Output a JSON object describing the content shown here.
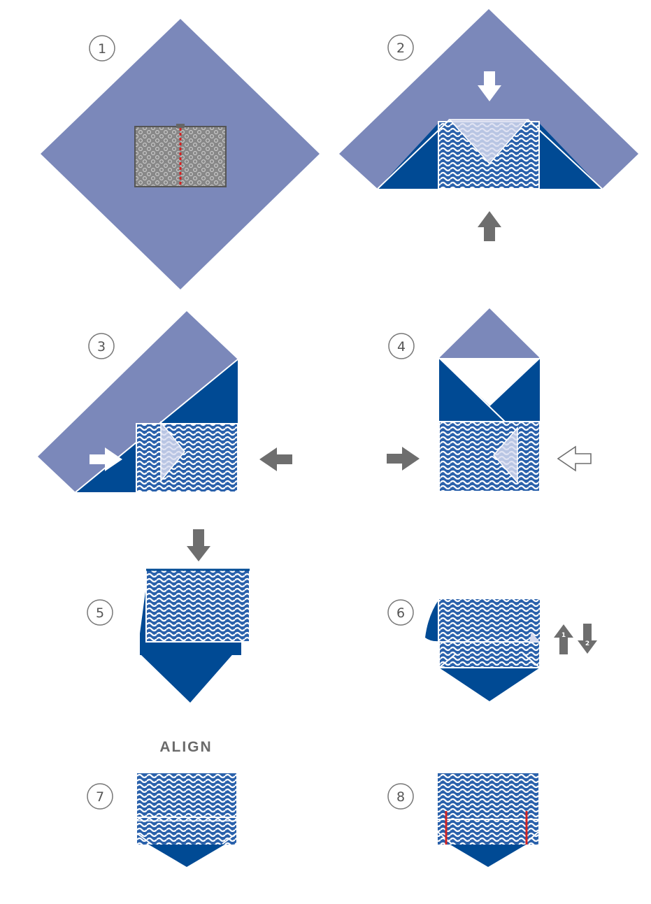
{
  "steps": [
    {
      "number": "1"
    },
    {
      "number": "2"
    },
    {
      "number": "3"
    },
    {
      "number": "4"
    },
    {
      "number": "5"
    },
    {
      "number": "6"
    },
    {
      "number": "7",
      "caption": "ALIGN"
    },
    {
      "number": "8"
    }
  ],
  "arrow_order": {
    "first": "1",
    "second": "2"
  },
  "colors": {
    "outer_fabric": "#7b88ba",
    "inner_fabric": "#004a94",
    "pattern_fabric": "#2a61ab",
    "fold_line": "#ffffff",
    "arrow_gray": "#6e6e6e",
    "arrow_white": "#ffffff",
    "tape_red": "#d02323",
    "card_gray": "#7d7d7d"
  },
  "icons": [
    "arrow-down-icon",
    "arrow-up-icon",
    "arrow-left-icon",
    "arrow-right-icon",
    "outline-arrow-left-icon"
  ]
}
